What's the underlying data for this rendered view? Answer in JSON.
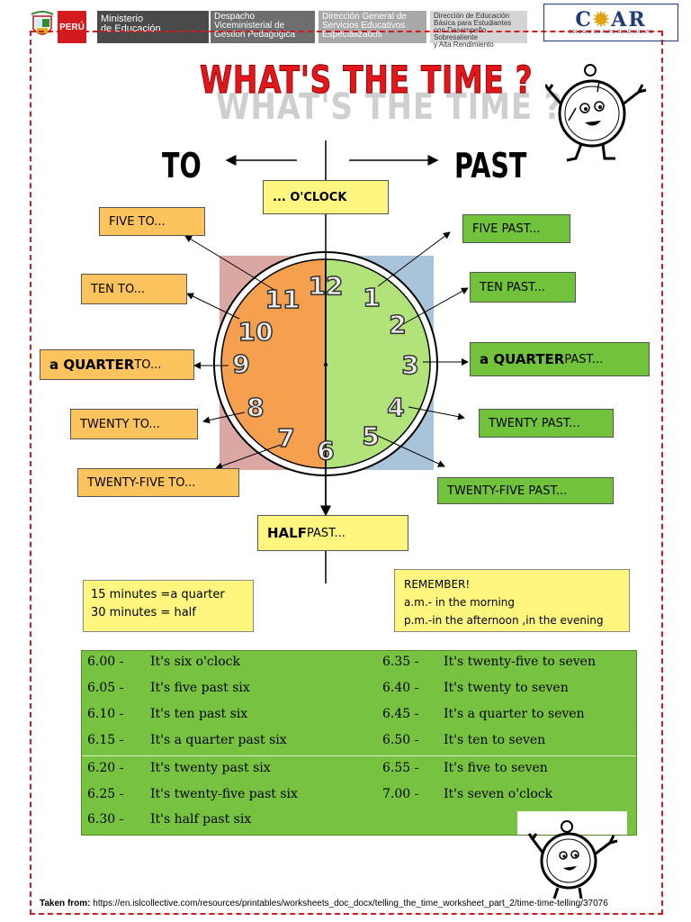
{
  "header": {
    "country": "PERÚ",
    "ministry_line1": "Ministerio",
    "ministry_line2": "de Educación",
    "box2_line1": "Despacho",
    "box2_line2": "Viceministerial de",
    "box2_line3": "Gestión Pedagógica",
    "box3_line1": "Dirección General de",
    "box3_line2": "Servicios Educativos",
    "box3_line3": "Especializados",
    "box4_line1": "Dirección de Educación",
    "box4_line2": "Básica para Estudiantes",
    "box4_line3": "con Desempeño Sobresaliente",
    "box4_line4": "y Alta Rendimiento",
    "logo_name": "COAR",
    "logo_sub": "COLEGIO DE ALTO RENDIMIENTO"
  },
  "title": "WHAT'S THE TIME ?",
  "to_label": "TO",
  "past_label": "PAST",
  "labels": {
    "oclock": "... O'CLOCK",
    "five_to": "FIVE TO...",
    "ten_to": "TEN TO...",
    "quarter_to_bold": "a QUARTER",
    "quarter_to_rest": " TO...",
    "twenty_to": "TWENTY TO...",
    "twentyfive_to": "TWENTY-FIVE TO...",
    "five_past": "FIVE PAST...",
    "ten_past": "TEN PAST...",
    "quarter_past_bold": "a QUARTER",
    "quarter_past_rest": " PAST...",
    "twenty_past": "TWENTY PAST...",
    "twentyfive_past": "TWENTY-FIVE PAST...",
    "half_past_bold": "HALF",
    "half_past_rest": " PAST..."
  },
  "clock_numbers": [
    "12",
    "1",
    "2",
    "3",
    "4",
    "5",
    "6",
    "7",
    "8",
    "9",
    "10",
    "11"
  ],
  "info_left": {
    "line1": "15 minutes =a quarter",
    "line2": "30 minutes = half"
  },
  "info_right": {
    "heading": "REMEMBER!",
    "line1": "a.m.- in the morning",
    "line2": "p.m.-in the afternoon ,in the evening"
  },
  "times": {
    "left": [
      {
        "time": "6.00 -",
        "text": "It's six o'clock"
      },
      {
        "time": "6.05 -",
        "text": "It's five past six"
      },
      {
        "time": "6.10 -",
        "text": "It's ten past  six"
      },
      {
        "time": "6.15 -",
        "text": "It's a quarter past six"
      },
      {
        "time": "6.20 -",
        "text": "It's twenty past six"
      },
      {
        "time": "6.25 -",
        "text": "It's twenty-five past six"
      },
      {
        "time": "6.30 -",
        "text": "It's half past six"
      }
    ],
    "right": [
      {
        "time": "6.35 -",
        "text": "It's twenty-five to seven"
      },
      {
        "time": "6.40 -",
        "text": "It's twenty to seven"
      },
      {
        "time": "6.45 -",
        "text": "It's a quarter to seven"
      },
      {
        "time": "6.50 -",
        "text": "It's ten to seven"
      },
      {
        "time": "6.55 -",
        "text": "It's five to seven"
      },
      {
        "time": "7.00 -",
        "text": "It's seven o'clock"
      }
    ]
  },
  "footer": {
    "label": "Taken from:",
    "url": "https://en.islcollective.com/resources/printables/worksheets_doc_docx/telling_the_time_worksheet_part_2/time-time-telling/37076"
  },
  "colors": {
    "title_red": "#e4161b",
    "frame_red": "#d41a1a",
    "orange_box": "#fdc45e",
    "green_box": "#72c33c",
    "yellow_box": "#fff680",
    "clock_left": "#f4a04e",
    "clock_right": "#b2e27a"
  }
}
